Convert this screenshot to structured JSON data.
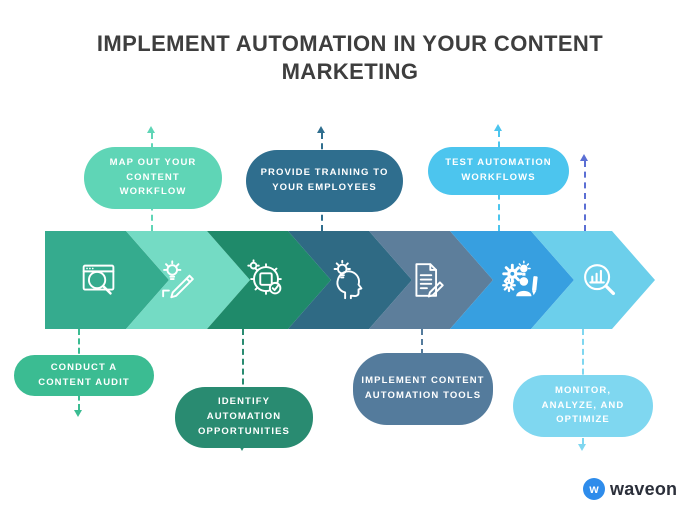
{
  "title": "IMPLEMENT AUTOMATION IN YOUR CONTENT MARKETING",
  "steps": [
    {
      "id": 1,
      "label": "CONDUCT A CONTENT AUDIT",
      "position": "below-band",
      "pill_color": "#3bbc92",
      "segment_color": "#35ab8e",
      "icon": "browser-search-icon"
    },
    {
      "id": 2,
      "label": "MAP OUT YOUR CONTENT WORKFLOW",
      "position": "above-band",
      "pill_color": "#5fd5b6",
      "segment_color": "#74dbc4",
      "icon": "idea-pencil-icon"
    },
    {
      "id": 3,
      "label": "IDENTIFY AUTOMATION OPPORTUNITIES",
      "position": "below-band",
      "pill_color": "#298b71",
      "segment_color": "#1f8a6a",
      "icon": "automation-gear-icon"
    },
    {
      "id": 4,
      "label": "PROVIDE TRAINING TO YOUR EMPLOYEES",
      "position": "above-band",
      "pill_color": "#2f6e8e",
      "segment_color": "#2f6a84",
      "icon": "head-idea-icon"
    },
    {
      "id": 5,
      "label": "IMPLEMENT CONTENT AUTOMATION TOOLS",
      "position": "below-band",
      "pill_color": "#547b9c",
      "segment_color": "#5d7e9b",
      "icon": "document-pencil-icon"
    },
    {
      "id": 6,
      "label": "TEST AUTOMATION WORKFLOWS",
      "position": "above-band",
      "pill_color": "#4cc5ee",
      "segment_color": "#379fe0",
      "icon": "gears-person-icon"
    },
    {
      "id": 7,
      "label": "MONITOR, ANALYZE, AND OPTIMIZE",
      "position": "below-band",
      "pill_color": "#7fd7f0",
      "segment_color": "#6ccfeb",
      "icon": "chart-magnifier-icon"
    }
  ],
  "accent_connector_color": "#5b6fd4",
  "brand": {
    "name": "waveon",
    "mark": "w",
    "mark_color": "#2e8ceb",
    "text_color": "#2b2f3a"
  },
  "title_color": "#3e3e3e"
}
